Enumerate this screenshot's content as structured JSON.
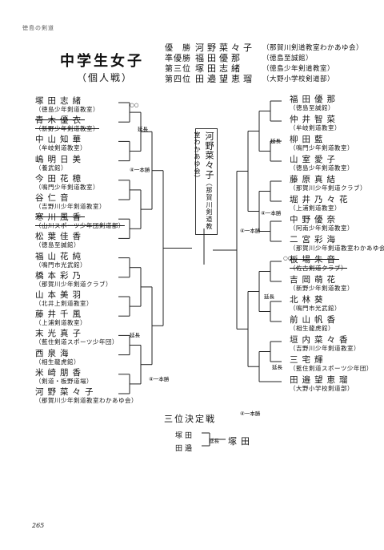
{
  "header": "徳島の剣道",
  "title": "中学生女子",
  "subtitle": "（個人戦）",
  "winners": [
    {
      "rank": "優　勝",
      "name": "河野菜々子",
      "club": "（那賀川剣道教室わかあゆ会）"
    },
    {
      "rank": "準優勝",
      "name": "福田優那",
      "club": "（徳島至誠館）"
    },
    {
      "rank": "第三位",
      "name": "塚田志緒",
      "club": "（徳島少年剣道教室）"
    },
    {
      "rank": "第四位",
      "name": "田邉望恵瑠",
      "club": "（大野小学校剣道部）"
    }
  ],
  "champion": {
    "name": "河野菜々子",
    "club": "（那賀川剣道教室わかあゆ会）"
  },
  "left_entries": [
    {
      "name": "塚田志緒",
      "club": "（徳島少年剣道教室）",
      "strike": false
    },
    {
      "name": "青木優衣",
      "club": "（新野少年剣道教室）",
      "strike": true
    },
    {
      "name": "中山知華",
      "club": "（牟岐剣道教室）",
      "strike": false
    },
    {
      "name": "嶋明日美",
      "club": "（養武館）",
      "strike": false
    },
    {
      "name": "今田花穂",
      "club": "（鳴門少年剣道教室）",
      "strike": false
    },
    {
      "name": "谷仁音",
      "club": "（吉野川少年剣道教室）",
      "strike": false
    },
    {
      "name": "寒川風香",
      "club": "（山川スポーツ少年団剣道部）",
      "strike": true
    },
    {
      "name": "松葉佳香",
      "club": "（徳島至誠館）",
      "strike": false
    },
    {
      "name": "福山花純",
      "club": "（鳴門市光武館）",
      "strike": false
    },
    {
      "name": "橋本彩乃",
      "club": "（那賀川少年剣道クラブ）",
      "strike": false
    },
    {
      "name": "山本美羽",
      "club": "（北井上剣道教室）",
      "strike": false
    },
    {
      "name": "藤井千風",
      "club": "（上浦剣道教室）",
      "strike": false
    },
    {
      "name": "末光真子",
      "club": "（藍住剣道スポーツ少年団）",
      "strike": false
    },
    {
      "name": "西泉海",
      "club": "（相生龍虎館）",
      "strike": false
    },
    {
      "name": "米崎朋香",
      "club": "（剣道・板野道場）",
      "strike": false
    },
    {
      "name": "河野菜々子",
      "club": "（那賀川少年剣道教室わかあゆ会）",
      "strike": false
    }
  ],
  "right_entries": [
    {
      "name": "福田優那",
      "club": "（徳島至誠館）",
      "strike": false
    },
    {
      "name": "仲井智菜",
      "club": "（牟岐剣道教室）",
      "strike": false
    },
    {
      "name": "柳田藍",
      "club": "（鳴門少年剣道教室）",
      "strike": false
    },
    {
      "name": "山室愛子",
      "club": "（徳島少年剣道教室）",
      "strike": false
    },
    {
      "name": "藤原真結",
      "club": "（那賀川少年剣道クラブ）",
      "strike": false
    },
    {
      "name": "堀井乃々花",
      "club": "（上浦剣道教室）",
      "strike": false
    },
    {
      "name": "中野優奈",
      "club": "（阿南少年剣道教室）",
      "strike": false
    },
    {
      "name": "二宮彩海",
      "club": "（那賀川少年剣道教室わかあゆ会）",
      "strike": false
    },
    {
      "name": "板場朱音",
      "club": "（佐古剣道クラブ）",
      "strike": true
    },
    {
      "name": "吉岡萌花",
      "club": "（新野少年剣道教室）",
      "strike": false
    },
    {
      "name": "北林葵",
      "club": "（鳴門市光武館）",
      "strike": false
    },
    {
      "name": "前山帆香",
      "club": "（相生龍虎館）",
      "strike": false
    },
    {
      "name": "垣内菜々香",
      "club": "（吉野川少年剣道教室）",
      "strike": false
    },
    {
      "name": "三宅輝",
      "club": "（藍住剣道スポーツ少年団）",
      "strike": false
    },
    {
      "name": "田邉望恵瑠",
      "club": "（大野小学校剣道部）",
      "strike": false
    }
  ],
  "notes": {
    "enchou": "延長",
    "ippon": "④一本勝",
    "kk": "○○"
  },
  "third_place": {
    "title": "三位決定戦",
    "player_a": "塚田",
    "player_b": "田邉",
    "winner": "塚田",
    "note": "延長"
  },
  "page_number": "265"
}
